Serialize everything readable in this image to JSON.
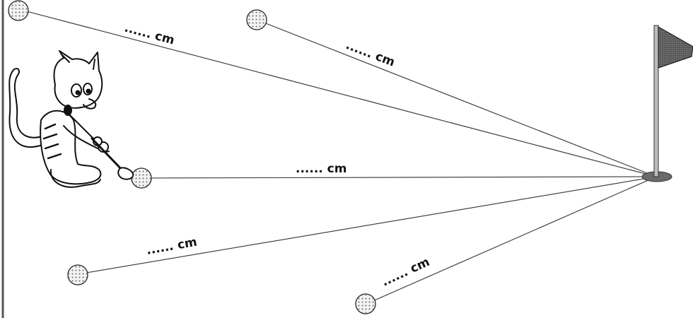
{
  "diagram": {
    "measurements": [
      {
        "id": "ball-top-left",
        "label": "...... cm"
      },
      {
        "id": "ball-top-middle",
        "label": "...... cm"
      },
      {
        "id": "ball-putting",
        "label": "...... cm"
      },
      {
        "id": "ball-bottom-left",
        "label": "...... cm"
      },
      {
        "id": "ball-bottom-middle",
        "label": "...... cm"
      }
    ],
    "icons": {
      "flag": "golf-flag-icon",
      "hole": "golf-hole-icon",
      "ball": "golf-ball-icon",
      "cat": "cat-golfer-illustration"
    }
  }
}
